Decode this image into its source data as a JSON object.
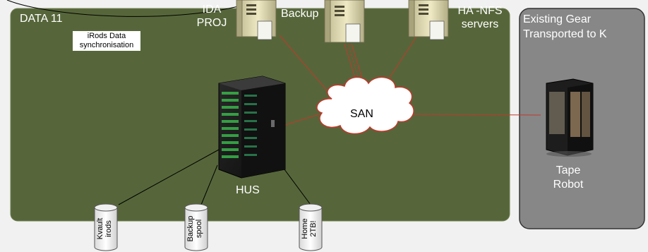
{
  "colors": {
    "background": "#f1f1f1",
    "region_green": "#56663a",
    "region_gray": "#878787",
    "link_red": "#c0392b",
    "link_black": "#000000"
  },
  "labels": {
    "data11": "DATA 11",
    "irods_sync": "iRods Data synchronisation",
    "ida_proj": "IDA\nPROJ",
    "backup": "Backup",
    "ha_nfs": "HA -NFS\nservers",
    "san": "SAN",
    "hus": "HUS",
    "existing_gear": "Existing Gear\nTransported to K",
    "tape_robot": "Tape\nRobot"
  },
  "disks": [
    {
      "label": "Kvault\nirods"
    },
    {
      "label": "Backup\nspool"
    },
    {
      "label": "Home\n2TB!"
    }
  ],
  "icons": {
    "server": "server-tower-icon",
    "storage_rack": "storage-rack-icon",
    "tape_library": "tape-library-icon",
    "cloud": "cloud-icon",
    "disk": "disk-cylinder-icon"
  }
}
